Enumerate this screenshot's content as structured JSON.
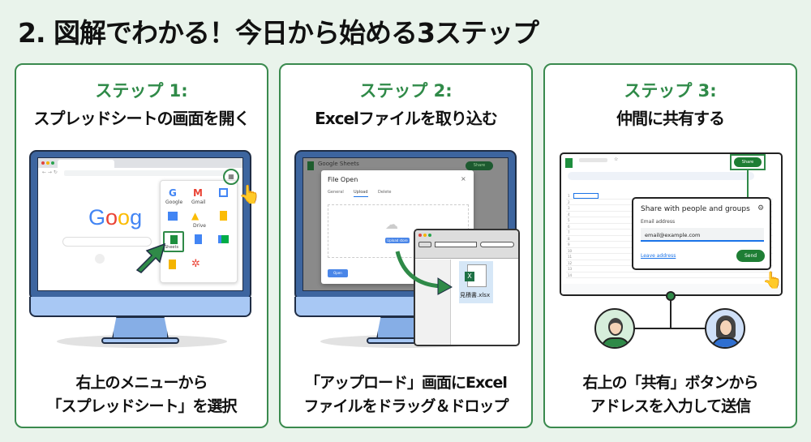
{
  "title": "2. 図解でわかる！今日から始める3ステップ",
  "steps": [
    {
      "label": "ステップ 1:",
      "subtitle": "スプレッドシートの画面を開く",
      "caption_line1": "右上のメニューから",
      "caption_line2": "「スプレッドシート」を選択",
      "browser": {
        "logo": "Goog",
        "apps": [
          "Google",
          "Gmail",
          "",
          "",
          "Drive",
          "",
          "Sheets",
          "",
          ""
        ]
      }
    },
    {
      "label": "ステップ 2:",
      "subtitle": "Excelファイルを取り込む",
      "caption_line1": "「アップロード」画面にExcel",
      "caption_line2": "ファイルをドラッグ＆ドロップ",
      "sheets": {
        "app_name": "Google Sheets",
        "share": "Share"
      },
      "dialog": {
        "title": "File Open",
        "tabs": [
          "General",
          "Upload",
          "Delete"
        ],
        "active_tab": "Upload",
        "upload_button": "Upload store",
        "open_button": "Open",
        "close": "×"
      },
      "file": {
        "name": "見積書.xlsx",
        "icon_letter": "X"
      }
    },
    {
      "label": "ステップ 3:",
      "subtitle": "仲間に共有する",
      "caption_line1": "右上の「共有」ボタンから",
      "caption_line2": "アドレスを入力して送信",
      "share_button": "Share",
      "share_dialog": {
        "title": "Share with people and groups",
        "email_label": "Email address",
        "email_value": "email@example.com",
        "leave_link": "Leave address",
        "send": "Send"
      },
      "rows": [
        "1",
        "2",
        "3",
        "4",
        "5",
        "6",
        "7",
        "8",
        "9",
        "10",
        "11",
        "12",
        "13",
        "14"
      ]
    }
  ],
  "colors": {
    "accent": "#2f8a48",
    "monitor": "#3d659f",
    "background": "#e9f3eb"
  }
}
